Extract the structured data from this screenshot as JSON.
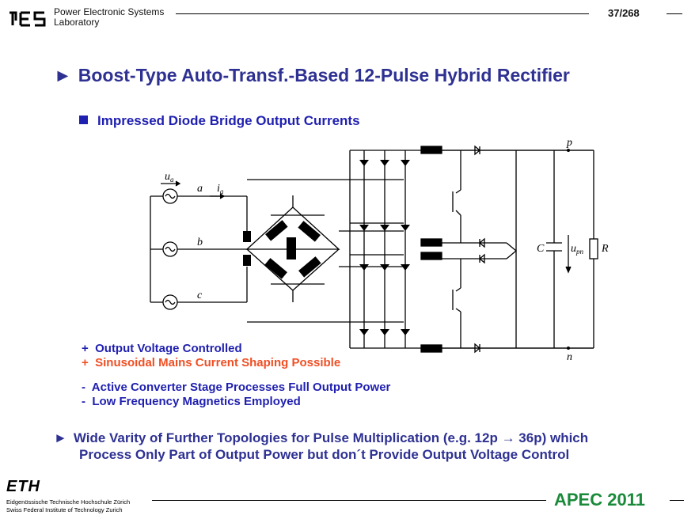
{
  "header": {
    "lab_line1": "Power Electronic Systems",
    "lab_line2": "Laboratory",
    "page": "37/268"
  },
  "title": "Boost-Type Auto-Transf.-Based 12-Pulse Hybrid Rectifier",
  "subtitle": "Impressed Diode Bridge Output Currents",
  "schematic_labels": {
    "ua": "u",
    "ua_sub": "a",
    "ia": "i",
    "ia_sub": "a",
    "a": "a",
    "b": "b",
    "c": "c",
    "p": "p",
    "n": "n",
    "C": "C",
    "upn": "u",
    "upn_sub": "pn",
    "R": "R"
  },
  "plus_items": [
    {
      "sign": "+",
      "text": "Output Voltage Controlled",
      "color": "#1f1fb0"
    },
    {
      "sign": "+",
      "text": "Sinusoidal Mains Current Shaping Possible",
      "color": "#f04e23"
    }
  ],
  "minus_items": [
    {
      "sign": "-",
      "text": "Active Converter Stage Processes Full Output Power"
    },
    {
      "sign": "-",
      "text": "Low Frequency Magnetics Employed"
    }
  ],
  "bottom_note": {
    "line1": "Wide Varity of Further Topologies for Pulse Multiplication (e.g. 12p → 36p) which",
    "line2": "Process Only Part of Output Power but don´t Provide Output Voltage Control"
  },
  "footer": {
    "eth": "ETH",
    "eth_line1": "Eidgenössische Technische Hochschule Zürich",
    "eth_line2": "Swiss Federal Institute of Technology Zurich",
    "conference": "APEC 2011"
  },
  "colors": {
    "title": "#2e3192",
    "bullet": "#1f1fb0",
    "highlight": "#f04e23",
    "apec": "#1a8a3a"
  }
}
